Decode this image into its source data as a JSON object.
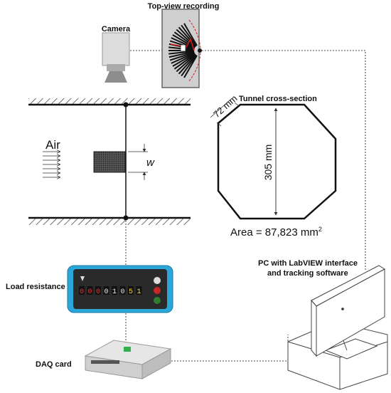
{
  "labels": {
    "top_view": "Top-view recording",
    "camera": "Camera",
    "cross_section": "Tunnel cross-section",
    "dim_72": "72 mm",
    "dim_305": "305 mm",
    "air": "Air",
    "width_symbol": "w",
    "area_prefix": "Area = 87,823 mm",
    "area_sup": "2",
    "pc_line1": "PC with LabVIEW interface",
    "pc_line2": "and tracking software",
    "load_resistance": "Load resistance",
    "daq_card": "DAQ card"
  },
  "resistance_box": {
    "digits": [
      "0",
      "0",
      "0",
      "0",
      "1",
      "0",
      "5",
      "1"
    ]
  },
  "colors": {
    "box_blue": "#2aa7d8",
    "panel_dark": "#2a2a2a",
    "red_dashed": "#cc1b1b",
    "daq_green": "#33b04a"
  }
}
